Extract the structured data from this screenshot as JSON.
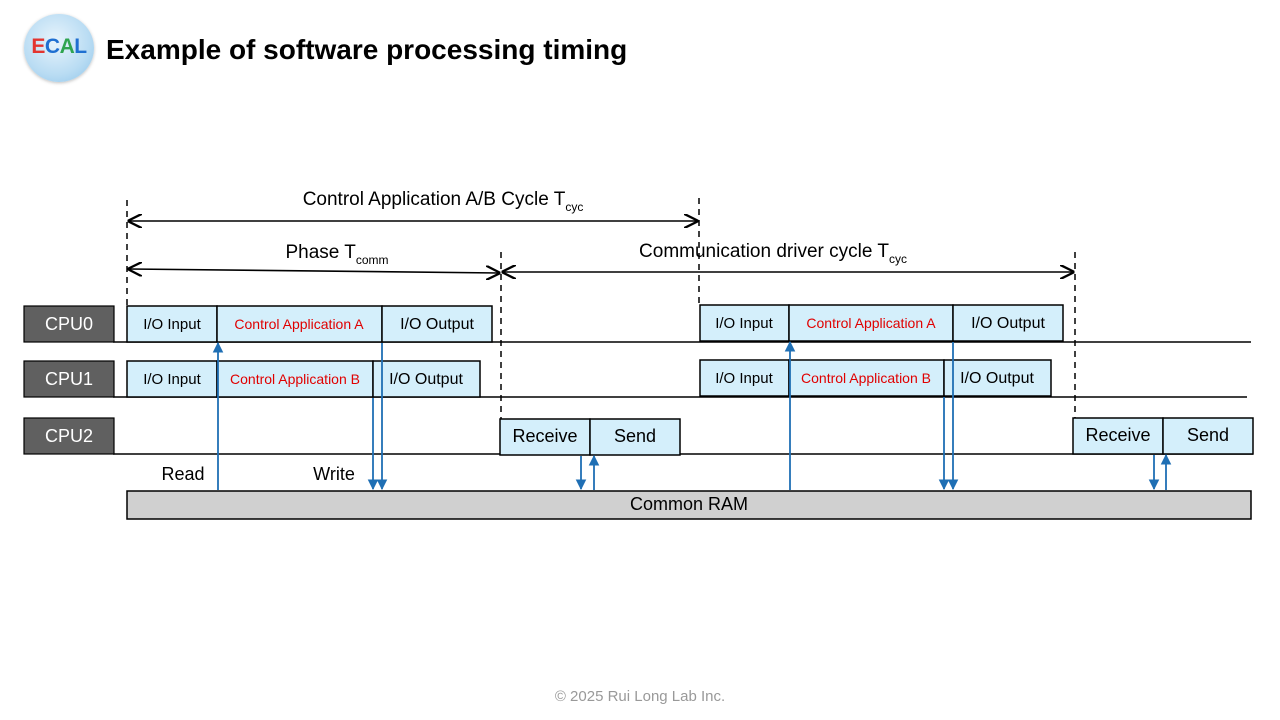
{
  "logo": {
    "letters": [
      "E",
      "C",
      "A",
      "L"
    ]
  },
  "title": "Example of software processing timing",
  "spans": {
    "cycle": {
      "label": "Control Application A/B Cycle T",
      "sub": "cyc"
    },
    "phase": {
      "label": "Phase T",
      "sub": "comm"
    },
    "comm": {
      "label": "Communication driver cycle T",
      "sub": "cyc"
    }
  },
  "cpus": {
    "cpu0": "CPU0",
    "cpu1": "CPU1",
    "cpu2": "CPU2"
  },
  "blocks": {
    "io_input": "I/O Input",
    "io_output": "I/O Output",
    "ctrl_a": "Control Application A",
    "ctrl_b": "Control Application B",
    "receive": "Receive",
    "send": "Send"
  },
  "labels": {
    "read": "Read",
    "write": "Write",
    "common_ram": "Common RAM"
  },
  "colors": {
    "block_fill": "#d4effb",
    "cpu_fill": "#606060",
    "ram_fill": "#d0d0d0",
    "arrow": "#1f6fb4",
    "ctrl_text": "#e00000"
  },
  "footer": "© 2025 Rui Long Lab Inc."
}
